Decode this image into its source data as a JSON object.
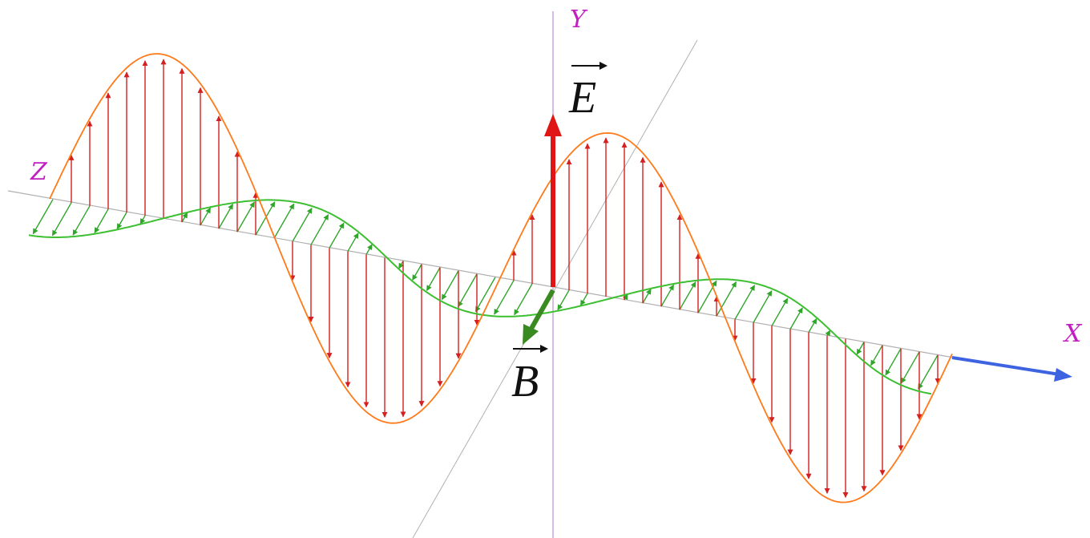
{
  "diagram": {
    "axes": {
      "y_label": "Y",
      "z_label": "Z",
      "x_label": "X"
    },
    "vectors": {
      "e_label": "E",
      "b_label": "B"
    },
    "colors": {
      "axis_label": "#c020c0",
      "electric_field": "#d42020",
      "electric_envelope": "#ff7a1a",
      "magnetic_field": "#2fa52a",
      "magnetic_envelope": "#3cbf30",
      "propagation_arrow": "#3d63e0",
      "axis_line": "#b0b0b0",
      "y_axis_line": "#c9a0d8",
      "e_vector": "#e01515",
      "b_vector": "#3a8a22"
    }
  }
}
